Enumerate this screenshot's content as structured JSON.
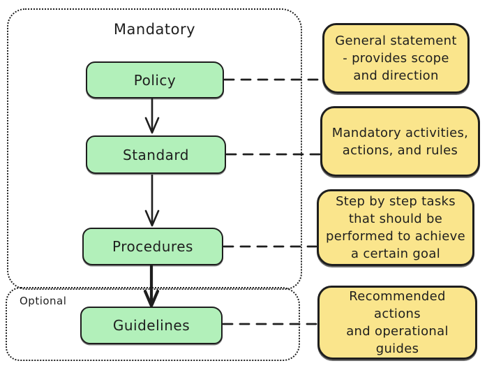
{
  "groups": {
    "mandatory": {
      "label": "Mandatory"
    },
    "optional": {
      "label": "Optional"
    }
  },
  "nodes": [
    {
      "id": "policy",
      "label": "Policy",
      "callout": "General statement\n- provides scope\nand direction"
    },
    {
      "id": "standard",
      "label": "Standard",
      "callout": "Mandatory activities,\nactions, and rules"
    },
    {
      "id": "procedures",
      "label": "Procedures",
      "callout": "Step by step tasks\nthat should be\nperformed to achieve\na certain goal"
    },
    {
      "id": "guidelines",
      "label": "Guidelines",
      "callout": "Recommended actions\nand operational\nguides"
    }
  ],
  "colors": {
    "node_fill": "#b2f0ba",
    "callout_fill": "#fae58c",
    "stroke": "#1e1e1e",
    "background": "#ffffff"
  }
}
